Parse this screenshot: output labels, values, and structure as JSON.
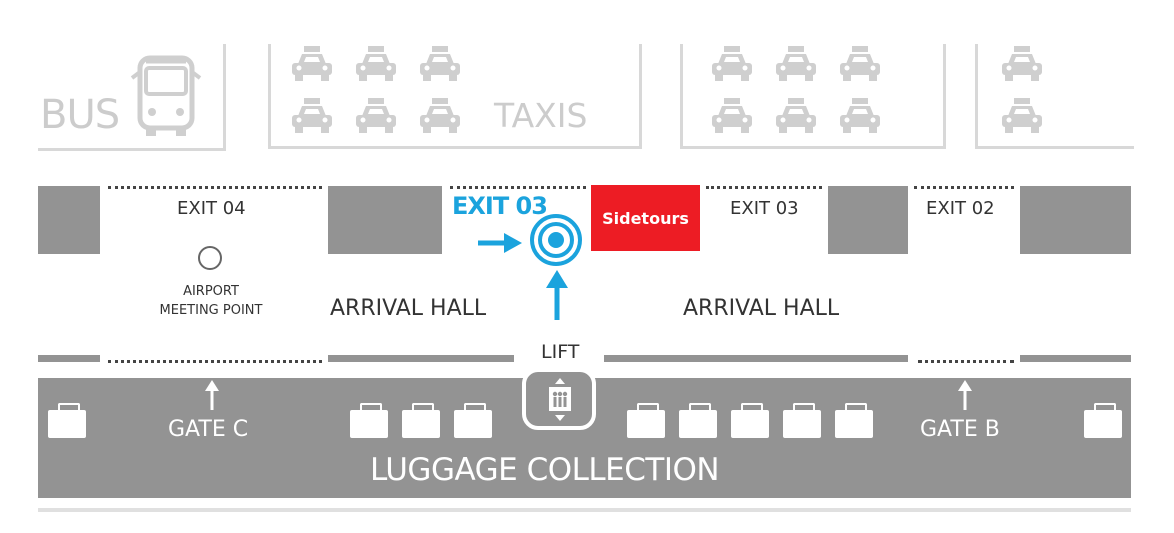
{
  "parking": {
    "bus_label": "BUS",
    "taxis_label": "TAXIS",
    "icons": {
      "bus": "bus-icon",
      "taxi": "taxi-icon"
    }
  },
  "exits": {
    "exit04": "EXIT 04",
    "exit03_highlight": "EXIT 03",
    "exit03": "EXIT 03",
    "exit02": "EXIT 02"
  },
  "brand": {
    "label": "Sidetours",
    "color": "#ed1c24"
  },
  "meeting_point": {
    "line1": "AIRPORT",
    "line2": "MEETING POINT"
  },
  "arrival_hall": {
    "left": "ARRIVAL HALL",
    "right": "ARRIVAL HALL"
  },
  "lift": {
    "label": "LIFT",
    "icon": "lift-icon"
  },
  "gates": {
    "c": "GATE C",
    "b": "GATE B"
  },
  "luggage": {
    "label": "LUGGAGE COLLECTION",
    "icon": "luggage-icon"
  },
  "colors": {
    "accent": "#1ba3dd",
    "building": "#939393",
    "parking_outline": "#d8d8d8"
  }
}
